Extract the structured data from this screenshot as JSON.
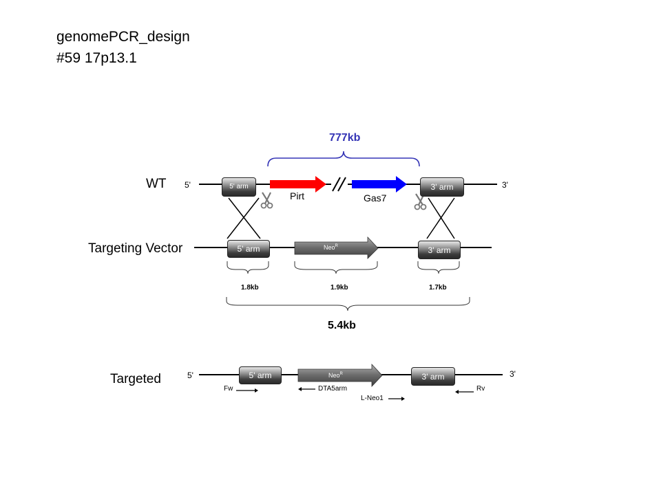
{
  "header": {
    "line1": "genomePCR_design",
    "line2": "#59  17p13.1"
  },
  "rows": {
    "wt": "WT",
    "vector": "Targeting Vector",
    "targeted": "Targeted"
  },
  "wt": {
    "span": "777kb",
    "five_prime": "5'",
    "three_prime": "3'",
    "arm5": "5' arm",
    "arm3": "3' arm",
    "gene1": "Pirt",
    "gene2": "Gas7"
  },
  "vector": {
    "arm5": "5' arm",
    "neo": "Neo",
    "neo_sup": "R",
    "arm3": "3' arm",
    "size_arm5": "1.8kb",
    "size_neo": "1.9kb",
    "size_arm3": "1.7kb",
    "size_total": "5.4kb"
  },
  "targeted": {
    "five_prime": "5'",
    "three_prime": "3'",
    "arm5": "5' arm",
    "neo": "Neo",
    "neo_sup": "R",
    "arm3": "3' arm",
    "primer_fw": "Fw",
    "primer_dta": "DTA5arm",
    "primer_lneo": "L-Neo1",
    "primer_rv": "Rv"
  },
  "colors": {
    "gene1": "#ff0000",
    "gene2": "#0000ff",
    "span_bracket": "#3333b5",
    "neo": "#6a6a6a"
  }
}
